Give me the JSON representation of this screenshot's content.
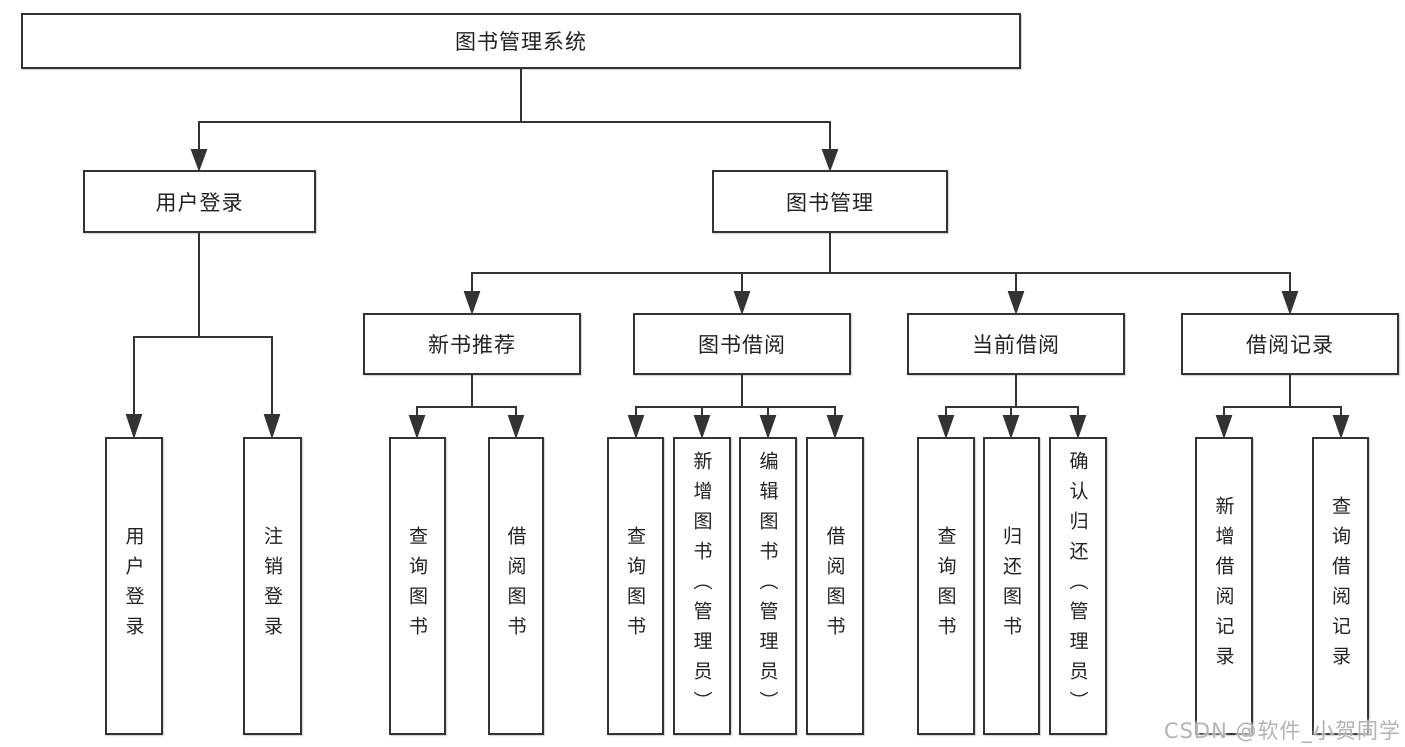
{
  "title": "图书管理系统",
  "watermark": "CSDN @软件_小贺同学",
  "colors": {
    "background": "#ffffff",
    "line": "#333333",
    "text": "#222222",
    "watermark_text": "#b3b3b3"
  },
  "tree": {
    "label": "图书管理系统",
    "children": [
      {
        "label": "用户登录",
        "children": [
          {
            "label": "用户登录"
          },
          {
            "label": "注销登录"
          }
        ]
      },
      {
        "label": "图书管理",
        "children": [
          {
            "label": "新书推荐",
            "children": [
              {
                "label": "查询图书"
              },
              {
                "label": "借阅图书"
              }
            ]
          },
          {
            "label": "图书借阅",
            "children": [
              {
                "label": "查询图书"
              },
              {
                "label": "新增图书（管理员）"
              },
              {
                "label": "编辑图书（管理员）"
              },
              {
                "label": "借阅图书"
              }
            ]
          },
          {
            "label": "当前借阅",
            "children": [
              {
                "label": "查询图书"
              },
              {
                "label": "归还图书"
              },
              {
                "label": "确认归还（管理员）"
              }
            ]
          },
          {
            "label": "借阅记录",
            "children": [
              {
                "label": "新增借阅记录"
              },
              {
                "label": "查询借阅记录"
              }
            ]
          }
        ]
      }
    ]
  }
}
